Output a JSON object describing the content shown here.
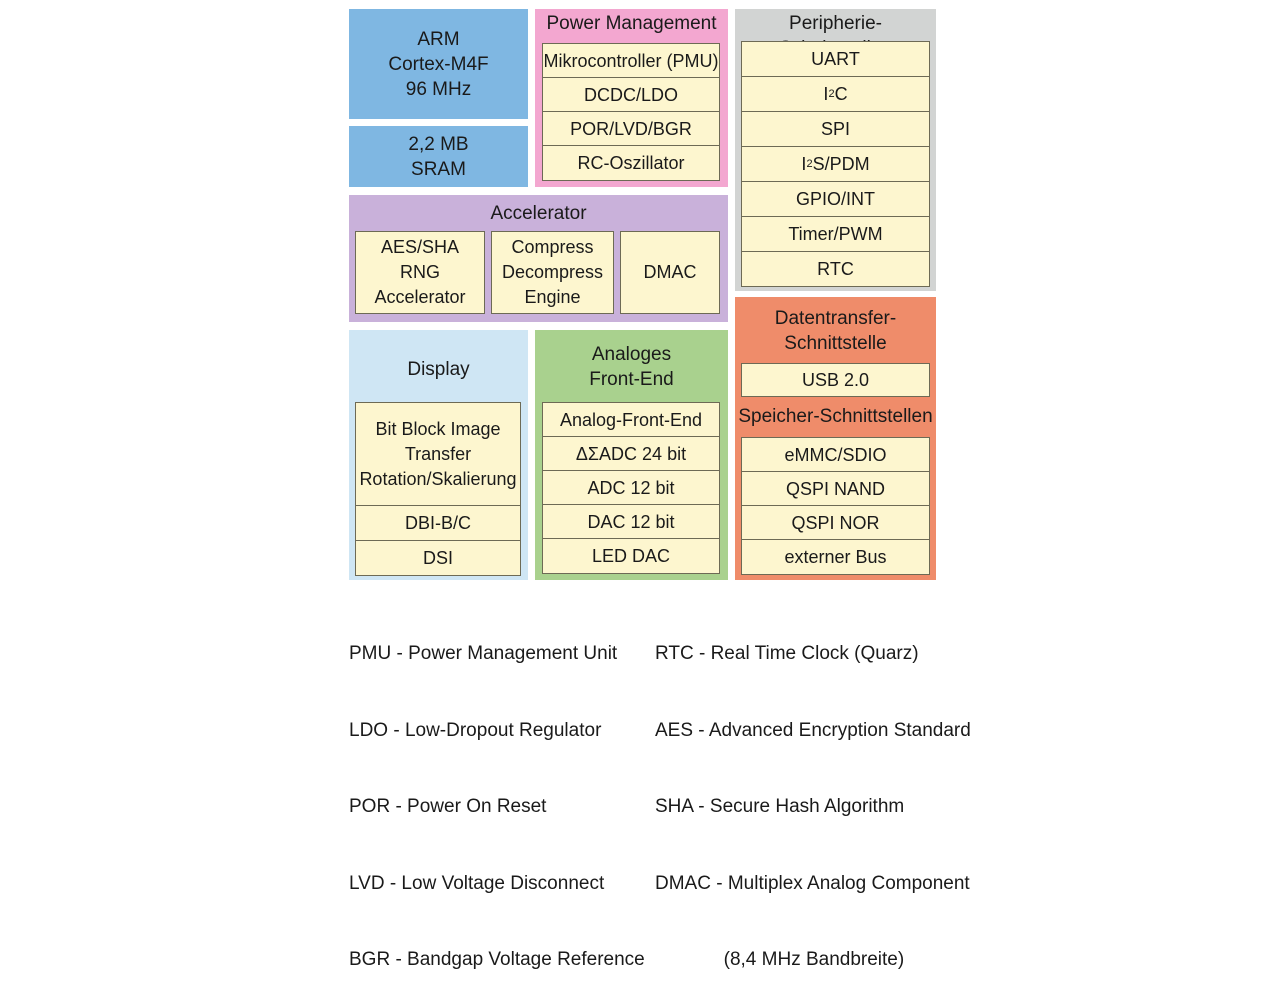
{
  "colors": {
    "blue": "#7fb7e2",
    "pink": "#f3a7d0",
    "gray": "#d2d4d3",
    "purple": "#c9b1da",
    "lightblue": "#cfe6f4",
    "green": "#a9d18e",
    "orange": "#ef8c6a",
    "cell": "#fdf6cf"
  },
  "cpu": {
    "label": "ARM\nCortex-M4F\n96 MHz"
  },
  "sram": {
    "label": "2,2 MB\nSRAM"
  },
  "power": {
    "title": "Power Management",
    "items": [
      "Mikrocontroller (PMU)",
      "DCDC/LDO",
      "POR/LVD/BGR",
      "RC-Oszillator"
    ]
  },
  "periph": {
    "title": "Peripherie-Schnittstellen",
    "items": [
      "UART",
      "I",
      "2",
      "C",
      "SPI",
      "I",
      "2",
      "S/PDM",
      "GPIO/INT",
      "Timer/PWM",
      "RTC"
    ]
  },
  "accel": {
    "title": "Accelerator",
    "items": [
      "AES/SHA\nRNG\nAccelerator",
      "Compress\nDecompress\nEngine",
      "DMAC"
    ]
  },
  "display": {
    "title": "Display",
    "items": [
      "Bit Block Image\nTransfer\nRotation/Skalierung",
      "DBI-B/C",
      "DSI"
    ]
  },
  "analog": {
    "title": "Analoges\nFront-End",
    "items": [
      "Analog-Front-End",
      "ΔΣADC 24 bit",
      "ADC 12 bit",
      "DAC 12 bit",
      "LED DAC"
    ]
  },
  "data": {
    "title": "Datentransfer-\nSchnittstelle",
    "usb": "USB 2.0",
    "storage_title": "Speicher-Schnittstellen",
    "storage_items": [
      "eMMC/SDIO",
      "QSPI NAND",
      "QSPI NOR",
      "externer Bus"
    ]
  },
  "legend_left": [
    "PMU - Power Management Unit",
    "LDO - Low-Dropout Regulator",
    "POR - Power On Reset",
    "LVD - Low Voltage Disconnect",
    "BGR - Bandgap Voltage Reference"
  ],
  "legend_right": [
    "RTC - Real Time Clock (Quarz)",
    "AES - Advanced Encryption Standard",
    "SHA - Secure Hash Algorithm",
    "DMAC - Multiplex Analog Component",
    "             (8,4 MHz Bandbreite)"
  ]
}
